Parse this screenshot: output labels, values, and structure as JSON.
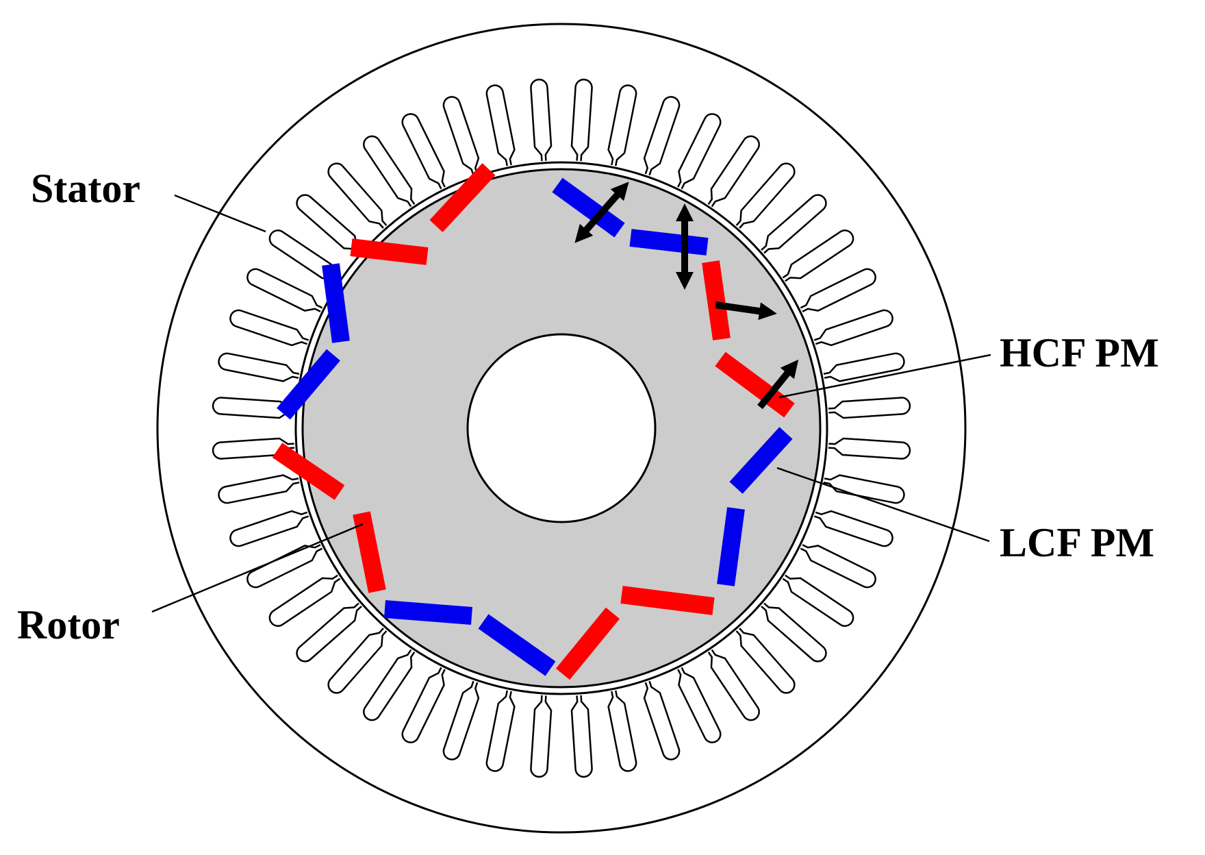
{
  "labels": {
    "stator": "Stator",
    "rotor": "Rotor",
    "hcf_pm": "HCF PM",
    "lcf_pm": "LCF PM"
  },
  "colors": {
    "background": "#ffffff",
    "outline": "#000000",
    "rotor_fill": "#cccccc",
    "magnet_red": "#ff0000",
    "magnet_blue": "#0000ee",
    "arrow": "#000000"
  },
  "stator": {
    "slot_count": 48
  },
  "rotor": {
    "hcf_magnet_color": "red",
    "lcf_magnet_color": "blue"
  }
}
